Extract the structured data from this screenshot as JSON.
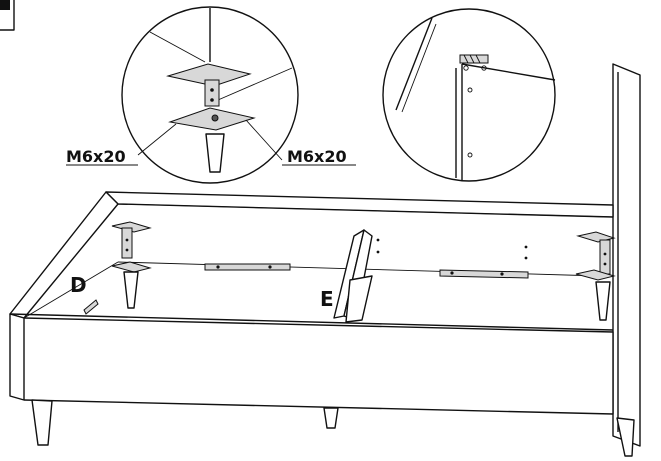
{
  "labels": {
    "screw_left": "M6x20",
    "screw_right": "M6x20",
    "part_d": "D",
    "part_e": "E"
  },
  "colors": {
    "line": "#111111",
    "background": "#ffffff",
    "metal_fill": "#d8d8d8"
  }
}
